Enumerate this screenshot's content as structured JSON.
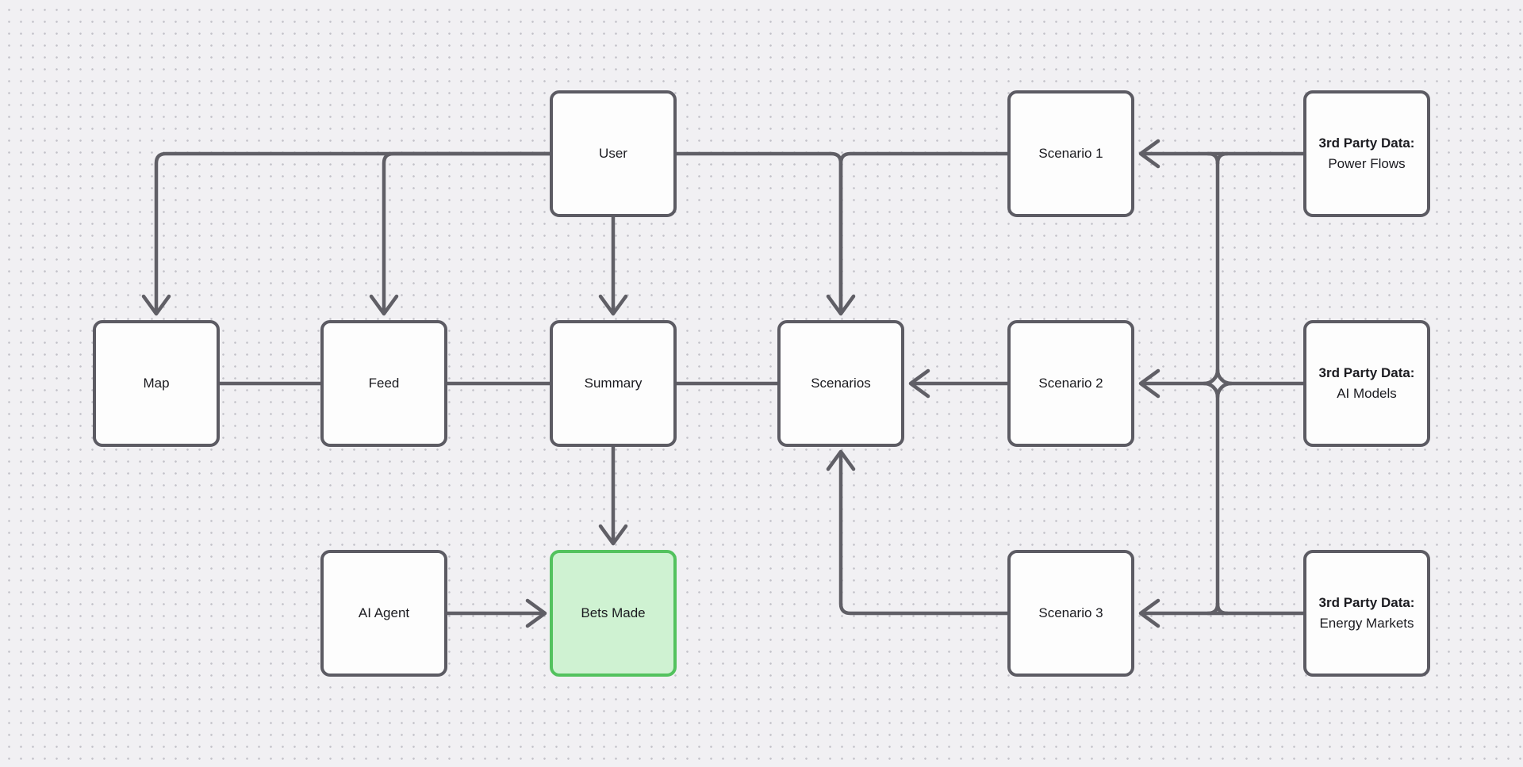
{
  "canvas": {
    "background_color": "#f1f0f3",
    "dot_color": "#c2c1c8",
    "connector_color": "#605f66",
    "node_border_color": "#5c5b63",
    "node_fill_color": "#fdfdfd",
    "highlight_border_color": "#53c25e",
    "highlight_fill_color": "#cff2d2",
    "text_color": "#1b1b20"
  },
  "nodes": [
    {
      "id": "user",
      "label": "User"
    },
    {
      "id": "scenario-1",
      "label": "Scenario 1"
    },
    {
      "id": "data-power-flows",
      "label_line1": "3rd Party Data:",
      "label_line2": "Power Flows"
    },
    {
      "id": "map",
      "label": "Map"
    },
    {
      "id": "feed",
      "label": "Feed"
    },
    {
      "id": "summary",
      "label": "Summary"
    },
    {
      "id": "scenarios",
      "label": "Scenarios"
    },
    {
      "id": "scenario-2",
      "label": "Scenario 2"
    },
    {
      "id": "data-ai-models",
      "label_line1": "3rd Party Data:",
      "label_line2": "AI Models"
    },
    {
      "id": "ai-agent",
      "label": "AI Agent"
    },
    {
      "id": "bets-made",
      "label": "Bets Made",
      "highlighted": true
    },
    {
      "id": "scenario-3",
      "label": "Scenario 3"
    },
    {
      "id": "data-energy-markets",
      "label_line1": "3rd Party Data:",
      "label_line2": "Energy Markets"
    }
  ],
  "edges": [
    {
      "from": "user",
      "to": "map",
      "style": "arrow"
    },
    {
      "from": "user",
      "to": "feed",
      "style": "arrow"
    },
    {
      "from": "user",
      "to": "summary",
      "style": "arrow"
    },
    {
      "from": "user",
      "to": "scenarios",
      "style": "arrow"
    },
    {
      "from": "scenario-1",
      "to": "scenarios",
      "style": "arrow"
    },
    {
      "from": "map",
      "to": "feed",
      "style": "line"
    },
    {
      "from": "feed",
      "to": "summary",
      "style": "line"
    },
    {
      "from": "summary",
      "to": "scenarios",
      "style": "line"
    },
    {
      "from": "scenario-2",
      "to": "scenarios",
      "style": "arrow"
    },
    {
      "from": "scenario-3",
      "to": "scenarios",
      "style": "arrow"
    },
    {
      "from": "ai-agent",
      "to": "bets-made",
      "style": "arrow"
    },
    {
      "from": "summary",
      "to": "bets-made",
      "style": "arrow"
    },
    {
      "from": "data-power-flows",
      "to": "scenario-1",
      "style": "arrow"
    },
    {
      "from": "data-ai-models",
      "to": "scenario-2",
      "style": "arrow"
    },
    {
      "from": "data-energy-markets",
      "to": "scenario-3",
      "style": "arrow"
    },
    {
      "from": "data-power-flows-edge",
      "to": "data-energy-markets-edge",
      "style": "vertical-bus-with-crossing"
    }
  ]
}
